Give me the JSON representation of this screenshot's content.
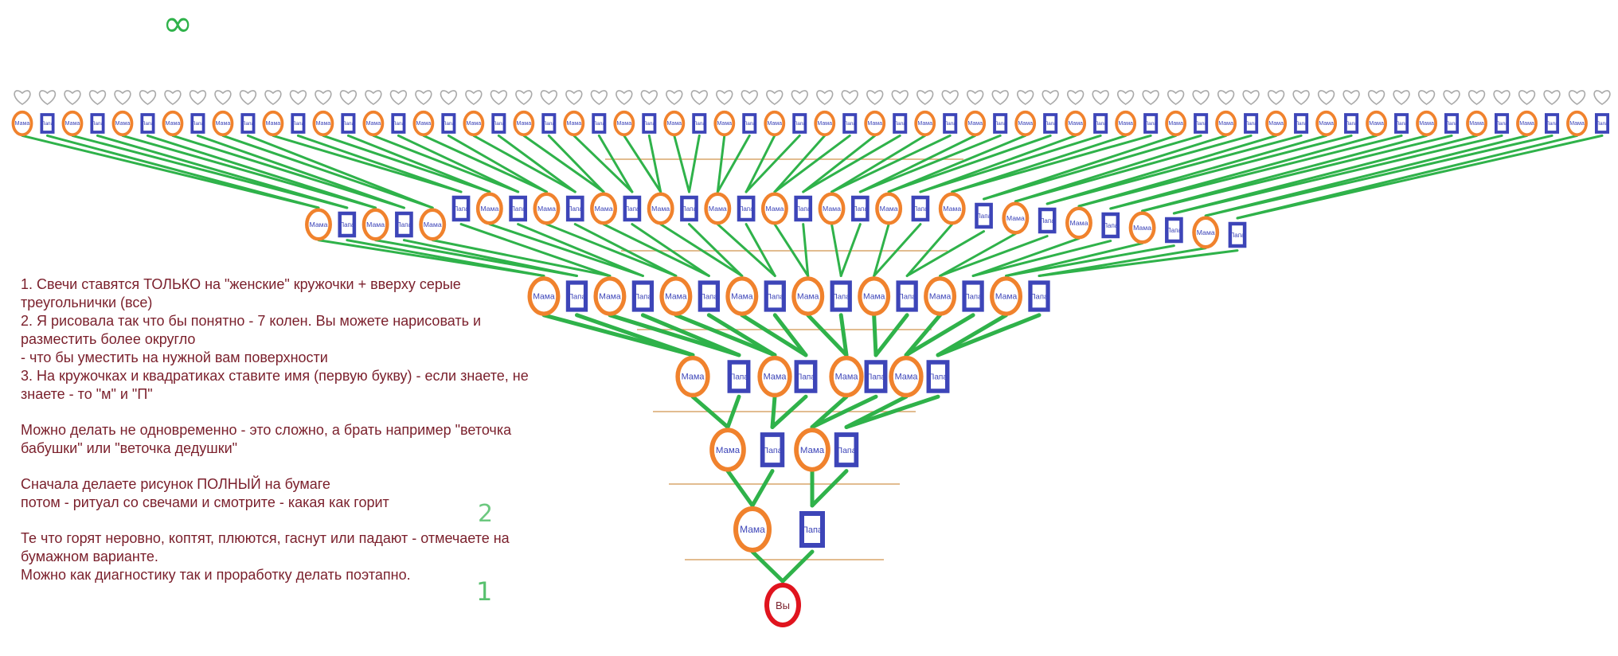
{
  "colors": {
    "line": "#2fb24a",
    "mother_ring": "#f0822d",
    "father_box": "#3d45b8",
    "self_ring": "#e0141e",
    "text": "#7a1f2b",
    "heart": "#aaaaaa",
    "shelf": "#d9a66b"
  },
  "icons": {
    "heart": "heart-icon",
    "infinity": "infinity-icon"
  },
  "labels": {
    "self": "Вы",
    "mother": "Мама",
    "father": "Папа"
  },
  "generation_count": 7,
  "notes": {
    "infinity": "∞",
    "mark_2": "2",
    "mark_1": "1"
  },
  "instructions": [
    "1. Свечи ставятся ТОЛЬКО на \"женские\" кружочки + вверху серые треугольнички (все)",
    "2. Я рисовала так что бы понятно - 7 колен. Вы можете нарисовать и разместить более округло\n- что бы уместить на нужной вам поверхности",
    "3. На кружочках и квадратиках ставите имя (первую букву) - если знаете, не знаете - то \"м\" и \"П\"",
    "",
    "Можно делать не одновременно - это сложно, а брать например \"веточка бабушки\" или \"веточка дедушки\"",
    "",
    "Сначала делаете рисунок ПОЛНЫЙ на бумаге\n потом - ритуал со свечами и смотрите - какая как горит",
    "",
    "Те что горят неровно, коптят, плюются, гаснут или падают - отмечаете на бумажном варианте.\nМожно как диагностику так и проработку делать поэтапно."
  ]
}
